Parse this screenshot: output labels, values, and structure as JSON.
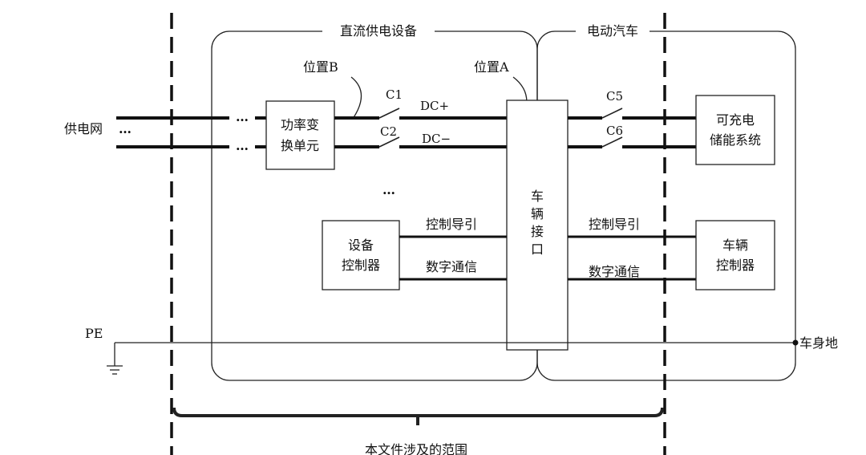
{
  "diagram": {
    "group_dc_supply": "直流供电设备",
    "group_ev": "电动汽车",
    "pos_b": "位置B",
    "pos_a": "位置A",
    "grid": "供电网",
    "grid_dots": "…",
    "dots_in": "…",
    "dots_mid": "…",
    "power_unit_1": "功率变",
    "power_unit_2": "换单元",
    "c1": "C1",
    "c2": "C2",
    "c5": "C5",
    "c6": "C6",
    "dc_plus": "DC+",
    "dc_minus": "DC−",
    "vehicle_interface": [
      "车",
      "辆",
      "接",
      "口"
    ],
    "device_controller_1": "设备",
    "device_controller_2": "控制器",
    "control_pilot_left": "控制导引",
    "digital_comm_left": "数字通信",
    "control_pilot_right": "控制导引",
    "digital_comm_right": "数字通信",
    "storage_1": "可充电",
    "storage_2": "储能系统",
    "vehicle_controller_1": "车辆",
    "vehicle_controller_2": "控制器",
    "pe": "PE",
    "chassis_ground": "车身地",
    "scope": "本文件涉及的范围"
  }
}
